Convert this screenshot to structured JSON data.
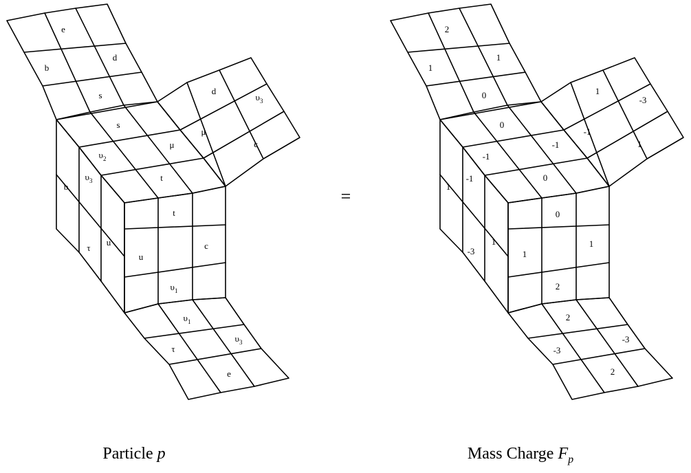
{
  "left_panel": {
    "caption": "Particle ",
    "caption_var": "p",
    "cells": {
      "top_arm": {
        "e": "e",
        "b": "b",
        "d": "d",
        "s1": "s",
        "s2": "s"
      },
      "right_arm": {
        "d": "d",
        "v3": "υ",
        "v3_sub": "3",
        "mu1": "μ",
        "mu2": "μ",
        "c": "c"
      },
      "top_face": {
        "v2": "υ",
        "v2_sub": "2",
        "t": "t"
      },
      "left_face": {
        "b": "b",
        "v3": "υ",
        "v3_sub": "3",
        "tau": "τ",
        "u": "u"
      },
      "front_face": {
        "t": "t",
        "u": "u",
        "c": "c",
        "v1": "υ",
        "v1_sub": "1"
      },
      "bottom_arm": {
        "v1": "υ",
        "v1_sub": "1",
        "tau": "τ",
        "v3": "υ",
        "v3_sub": "3",
        "e": "e"
      }
    }
  },
  "equals_sign": "=",
  "right_panel": {
    "caption": "Mass Charge ",
    "caption_var": "F",
    "caption_sub": "p",
    "cells": {
      "top_arm": {
        "e": "2",
        "b": "1",
        "d": "1",
        "s1": "0",
        "s2": "0"
      },
      "right_arm": {
        "d": "1",
        "v3": "-3",
        "mu1": "-1",
        "mu2": "-1",
        "c": "1"
      },
      "top_face": {
        "v2": "-1",
        "t": "0"
      },
      "left_face": {
        "b": "1",
        "v3": "-1",
        "tau": "-3",
        "u": "1"
      },
      "front_face": {
        "t": "0",
        "u": "1",
        "c": "1",
        "v1": "2"
      },
      "bottom_arm": {
        "v1": "2",
        "tau": "-3",
        "v3": "-3",
        "e": "2"
      }
    }
  }
}
